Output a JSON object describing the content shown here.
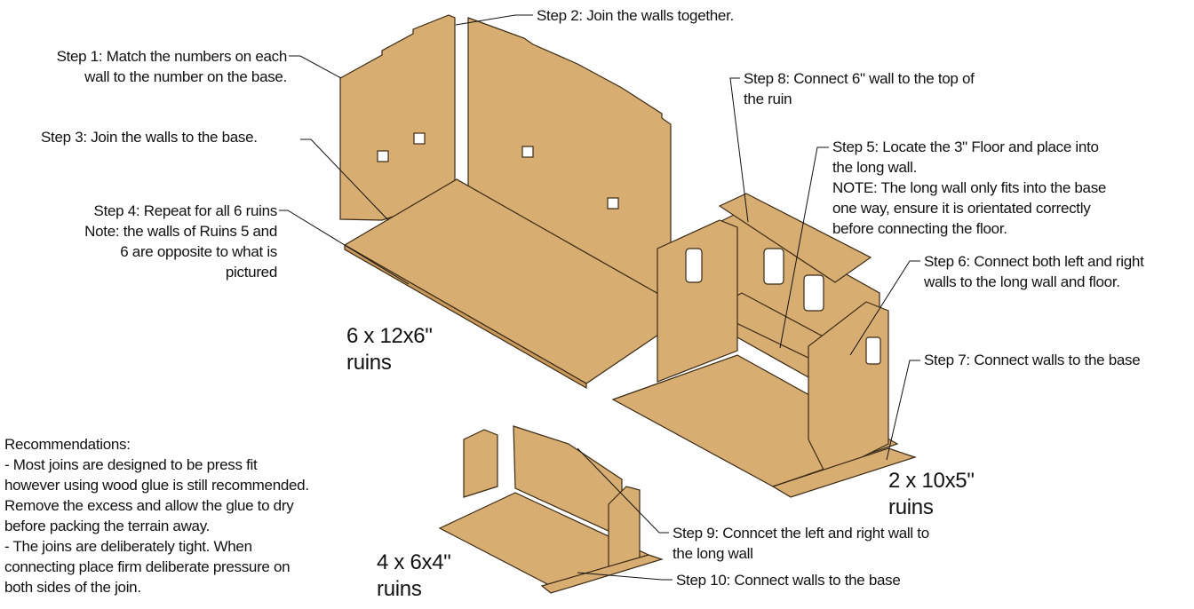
{
  "colors": {
    "wood": "#d8ad72",
    "wood_dark": "#c99a5c",
    "outline": "#3a2a14",
    "text": "#111111"
  },
  "steps": {
    "step1": [
      "Step 1: Match the numbers on each",
      "wall to the number on the base."
    ],
    "step2": "Step 2: Join the walls together.",
    "step3": "Step 3: Join the walls to the base.",
    "step4": [
      "Step 4: Repeat for all 6 ruins",
      "Note: the walls of Ruins 5 and",
      "6 are opposite to what is",
      "pictured"
    ],
    "step5": [
      "Step 5: Locate the 3\" Floor and place into",
      "the long wall.",
      "NOTE: The long wall only fits into the base",
      "one way, ensure it is orientated correctly",
      "before connecting the floor."
    ],
    "step6": [
      "Step 6: Connect both  left and right",
      "walls to the long wall and floor."
    ],
    "step7": "Step 7: Connect walls to the base",
    "step8": [
      "Step 8: Connect 6\" wall to the top of",
      "the ruin"
    ],
    "step9": [
      "Step 9: Conncet the left and right wall to",
      "the long wall"
    ],
    "step10": "Step 10: Connect walls to the base"
  },
  "labels": {
    "large": [
      "6 x 12x6\"",
      "ruins"
    ],
    "medium": [
      "2 x 10x5\"",
      "ruins"
    ],
    "small": [
      "4 x 6x4\"",
      "ruins"
    ]
  },
  "recommendations": [
    "Recommendations:",
    "- Most joins are designed to be press fit",
    "however using wood glue is still recommended.",
    "Remove the excess and allow the glue to dry",
    "before packing the terrain away.",
    "- The joins are deliberately tight. When",
    "connecting place firm deliberate pressure on",
    "both sides of the join."
  ]
}
